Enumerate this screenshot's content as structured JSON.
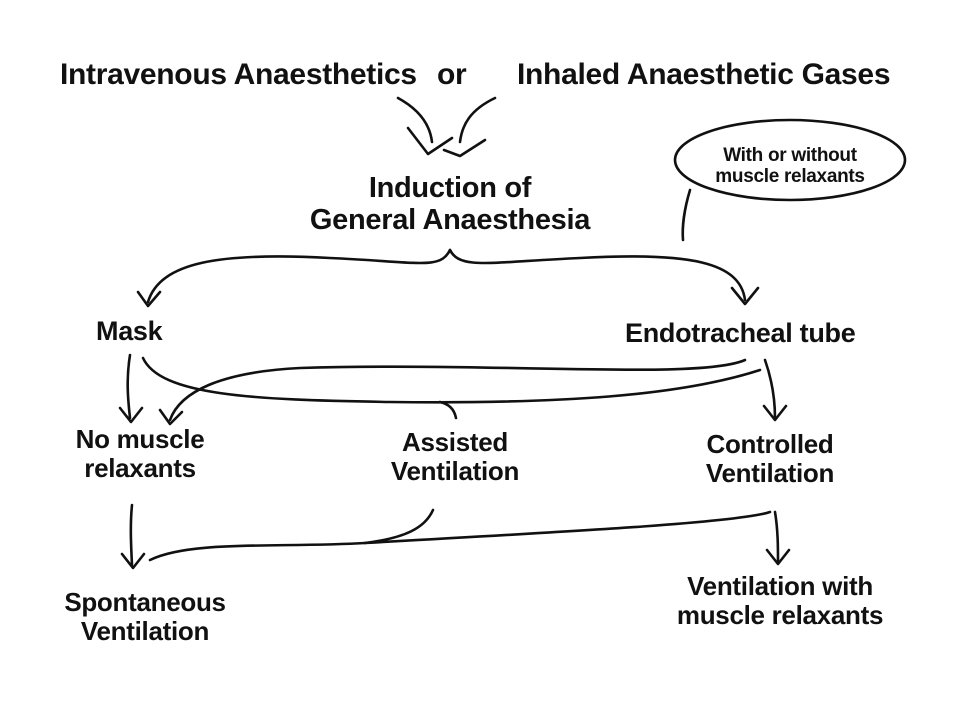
{
  "top": {
    "left_option": "Intravenous Anaesthetics",
    "connector": "or",
    "right_option": "Inhaled Anaesthetic Gases"
  },
  "induction": {
    "line1": "Induction of",
    "line2": "General Anaesthesia"
  },
  "relaxant_note": {
    "line1": "With or without",
    "line2": "muscle relaxants"
  },
  "airway": {
    "mask": "Mask",
    "endotracheal_tube": "Endotracheal tube"
  },
  "ventilation_modes": {
    "no_muscle_relaxants": {
      "line1": "No muscle",
      "line2": "relaxants"
    },
    "assisted": {
      "line1": "Assisted",
      "line2": "Ventilation"
    },
    "controlled": {
      "line1": "Controlled",
      "line2": "Ventilation"
    }
  },
  "outcomes": {
    "spontaneous": {
      "line1": "Spontaneous",
      "line2": "Ventilation"
    },
    "with_relaxants": {
      "line1": "Ventilation with",
      "line2": "muscle relaxants"
    }
  }
}
